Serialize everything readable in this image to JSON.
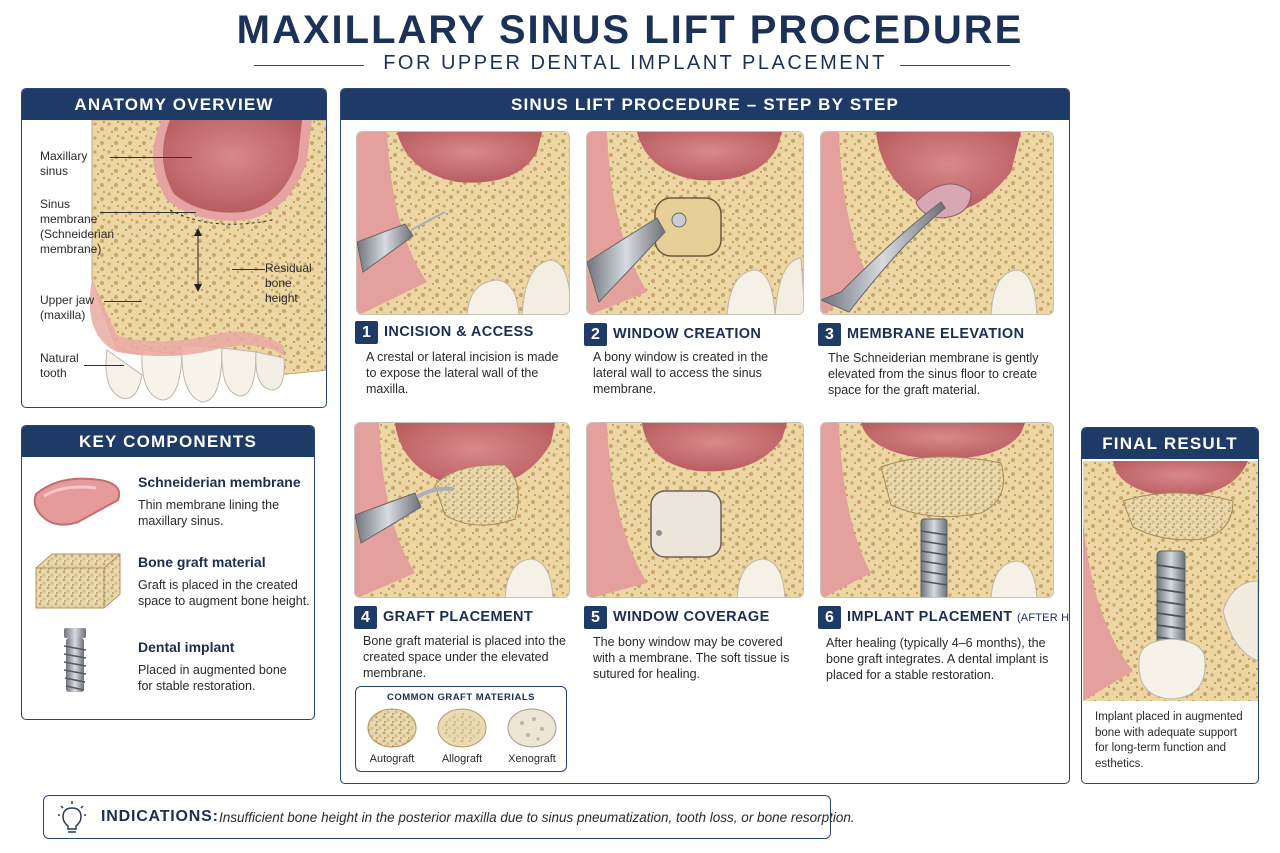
{
  "header": {
    "title": "MAXILLARY SINUS LIFT PROCEDURE",
    "subtitle": "FOR UPPER DENTAL IMPLANT PLACEMENT"
  },
  "anatomy": {
    "heading": "ANATOMY OVERVIEW",
    "labels": {
      "maxillary_sinus": "Maxillary sinus",
      "sinus_membrane": "Sinus membrane (Schneiderian membrane)",
      "residual_bone_height": "Residual bone height",
      "upper_jaw": "Upper jaw (maxilla)",
      "natural_tooth": "Natural tooth"
    }
  },
  "components": {
    "heading": "KEY COMPONENTS",
    "items": [
      {
        "name": "Schneiderian membrane",
        "desc": "Thin membrane lining the maxillary sinus."
      },
      {
        "name": "Bone graft material",
        "desc": "Graft is placed in the created space to augment bone height."
      },
      {
        "name": "Dental implant",
        "desc": "Placed in augmented bone for stable restoration."
      }
    ]
  },
  "procedure": {
    "heading": "SINUS LIFT PROCEDURE – STEP BY STEP",
    "steps": [
      {
        "num": "1",
        "title": "INCISION & ACCESS",
        "note": "",
        "desc": "A crestal or lateral incision is made to expose the lateral wall of the maxilla."
      },
      {
        "num": "2",
        "title": "WINDOW CREATION",
        "note": "",
        "desc": "A bony window is created in the lateral wall to access the sinus membrane."
      },
      {
        "num": "3",
        "title": "MEMBRANE ELEVATION",
        "note": "",
        "desc": "The Schneiderian membrane is gently elevated from the sinus floor to create space for the graft material."
      },
      {
        "num": "4",
        "title": "GRAFT PLACEMENT",
        "note": "",
        "desc": "Bone graft material is placed into the created space under the elevated membrane."
      },
      {
        "num": "5",
        "title": "WINDOW COVERAGE",
        "note": "",
        "desc": "The bony window may be covered with a membrane. The soft tissue is sutured for healing."
      },
      {
        "num": "6",
        "title": "IMPLANT PLACEMENT",
        "note": "(AFTER HEALING)",
        "desc": "After healing (typically 4–6 months), the bone graft integrates. A dental implant is placed for a stable restoration."
      }
    ],
    "graft_materials": {
      "heading": "COMMON GRAFT MATERIALS",
      "items": [
        "Autograft",
        "Allograft",
        "Xenograft"
      ]
    }
  },
  "final": {
    "heading": "FINAL RESULT",
    "desc": "Implant placed in augmented bone with adequate support for long-term function and esthetics."
  },
  "indications": {
    "label": "INDICATIONS:",
    "text": "Insufficient bone height in the posterior maxilla due to sinus pneumatization, tooth loss, or bone resorption."
  },
  "colors": {
    "navy": "#1e3a66",
    "bone": "#ecd8a8",
    "sinus": "#c96b6d",
    "gum": "#e7a6a2",
    "graft": "#e8d5a8",
    "metal": "#9aa1a8"
  }
}
